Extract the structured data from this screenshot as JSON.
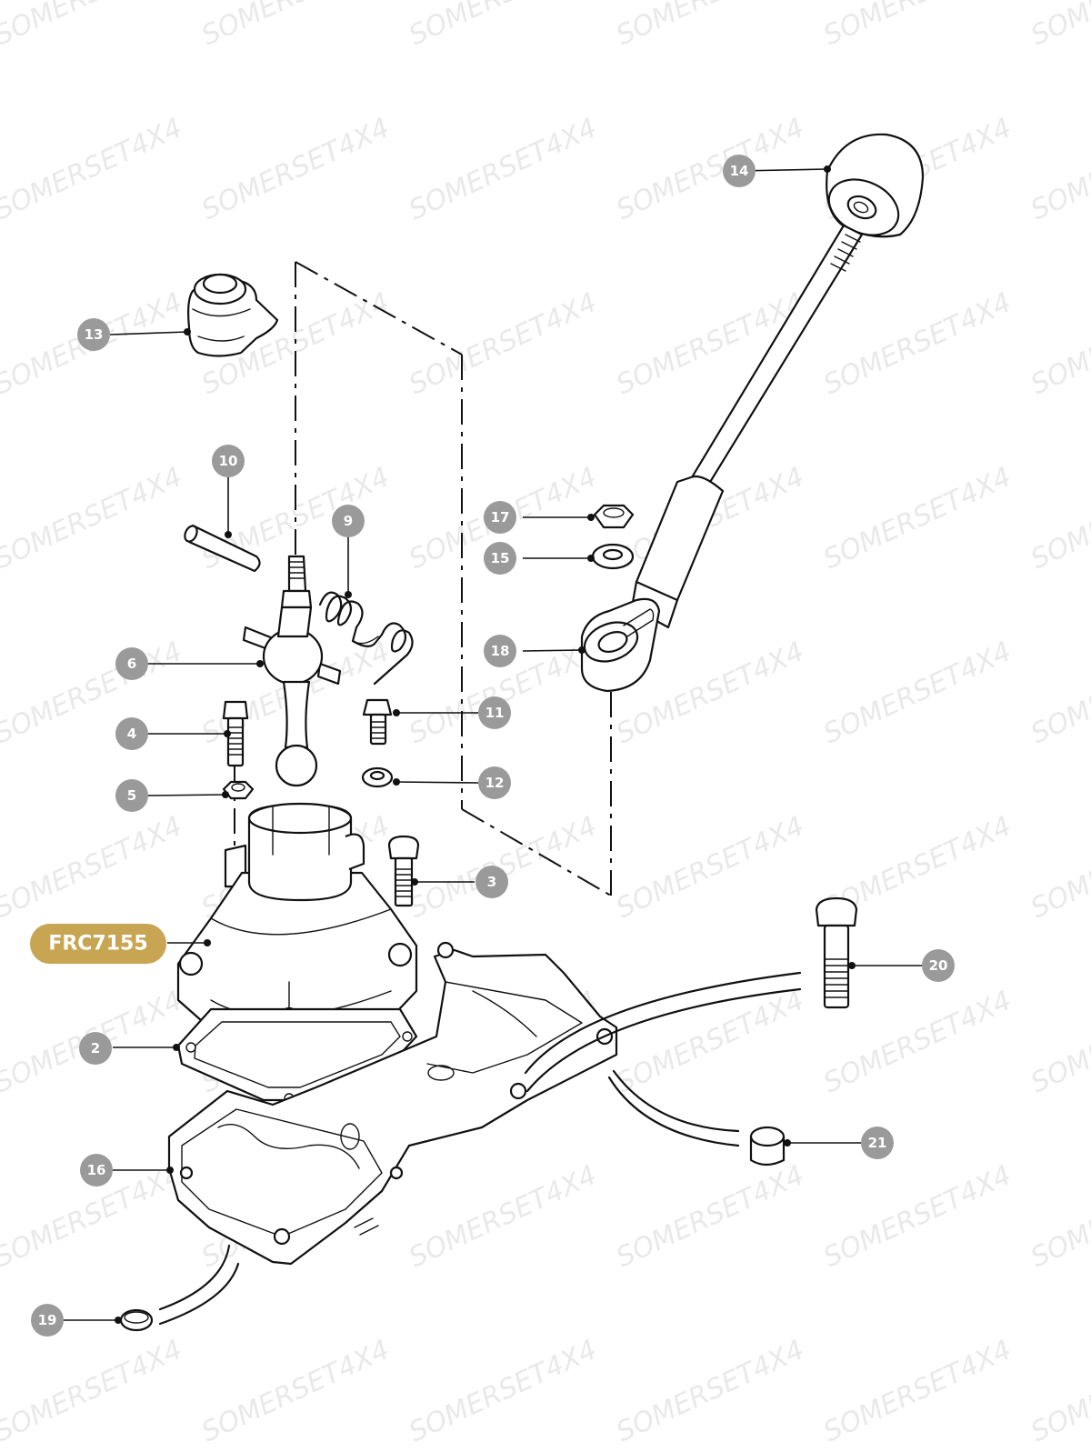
{
  "watermark_text": "SOMERSET4X4",
  "main_part": {
    "label": "FRC7155",
    "color": "#c7a552"
  },
  "badge_color": "#9a9a9a",
  "callouts": [
    {
      "id": "c2",
      "label": "2"
    },
    {
      "id": "c3",
      "label": "3"
    },
    {
      "id": "c4",
      "label": "4"
    },
    {
      "id": "c5",
      "label": "5"
    },
    {
      "id": "c6",
      "label": "6"
    },
    {
      "id": "c9",
      "label": "9"
    },
    {
      "id": "c10",
      "label": "10"
    },
    {
      "id": "c11",
      "label": "11"
    },
    {
      "id": "c12",
      "label": "12"
    },
    {
      "id": "c13",
      "label": "13"
    },
    {
      "id": "c14",
      "label": "14"
    },
    {
      "id": "c15",
      "label": "15"
    },
    {
      "id": "c16",
      "label": "16"
    },
    {
      "id": "c17",
      "label": "17"
    },
    {
      "id": "c18",
      "label": "18"
    },
    {
      "id": "c19",
      "label": "19"
    },
    {
      "id": "c20",
      "label": "20"
    },
    {
      "id": "c21",
      "label": "21"
    }
  ]
}
